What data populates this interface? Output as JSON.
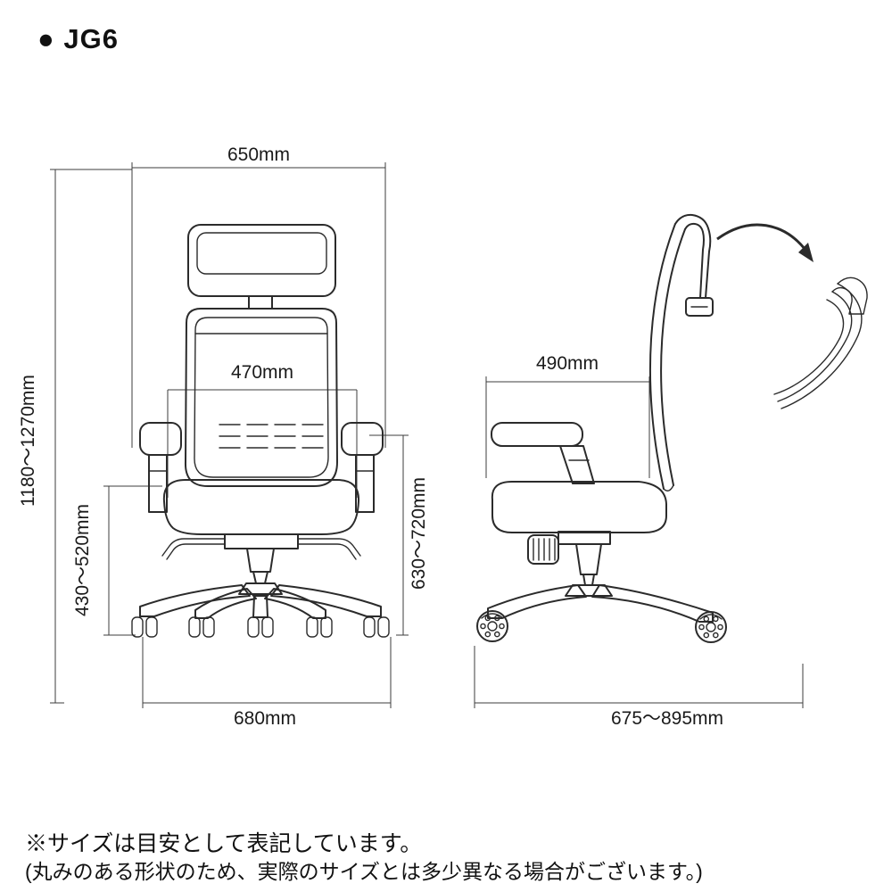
{
  "page": {
    "title": "● JG6",
    "footnote_line1": "※サイズは目安として表記しています。",
    "footnote_line2": "(丸みのある形状のため、実際のサイズとは多少異なる場合がございます。)"
  },
  "dimensions": {
    "front": {
      "top_width": "650mm",
      "seat_width": "470mm",
      "overall_height": "1180〜1270mm",
      "seat_height": "430〜520mm",
      "base_width": "680mm",
      "back_height": "630〜720mm"
    },
    "side": {
      "seat_depth": "490mm",
      "overall_depth": "675〜895mm"
    }
  },
  "colors": {
    "line": "#2b2b2b",
    "dimension_line": "#3c3c3c",
    "background": "#ffffff"
  }
}
